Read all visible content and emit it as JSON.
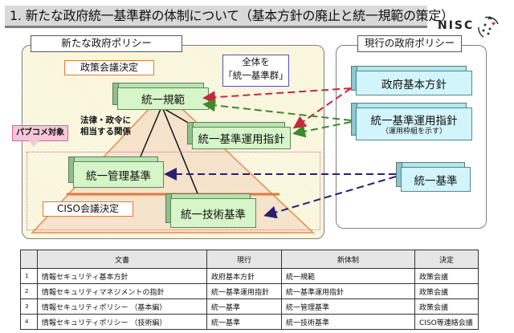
{
  "title": "1. 新たな政府統一基準群の体制について（基本方針の廃止と統一規範の策定）",
  "logo": {
    "text": "NISC",
    "icon": "nisc-logo-icon"
  },
  "new_policy": {
    "label": "新たな政府ポリシー",
    "policy_council_label": "政策会議決定",
    "ciso_council_label": "CISO会議決定",
    "whole_note_line1": "全体を",
    "whole_note_line2": "「統一基準群」",
    "law_note_line1": "法律・政令に",
    "law_note_line2": "相当する関係",
    "pubcom_label": "パブコメ対象",
    "boxes": {
      "norm": "統一規範",
      "operation_guideline": "統一基準運用指針",
      "management_standard": "統一管理基準",
      "technical_standard": "統一技術基準"
    }
  },
  "current_policy": {
    "label": "現行の政府ポリシー",
    "boxes": {
      "basic_policy": "政府基本方針",
      "operation_guideline": "統一基準運用指針",
      "operation_guideline_sub": "（運用枠組を示す）",
      "standard": "統一基準"
    }
  },
  "arrow_colors": {
    "red": "#c8283c",
    "green": "#3c8a28",
    "navy": "#2a2070"
  },
  "table": {
    "headers": [
      "",
      "文書",
      "現行",
      "新体制",
      "決定"
    ],
    "rows": [
      {
        "num": "1",
        "doc": "情報セキュリティ基本方針",
        "current": "政府基本方針",
        "new": "統一規範",
        "decision": "政策会議"
      },
      {
        "num": "2",
        "doc": "情報セキュリティマネジメントの指針",
        "current": "統一基準運用指針",
        "new": "統一基準運用指針",
        "decision": "政策会議"
      },
      {
        "num": "3",
        "doc": "情報セキュリティポリシー （基本編）",
        "current": "統一基準",
        "new": "統一管理基準",
        "decision": "政策会議"
      },
      {
        "num": "4",
        "doc": "情報セキュリティポリシー （技術編）",
        "current": "統一基準",
        "new": "統一技術基準",
        "decision": "CISO等連絡会議"
      }
    ]
  }
}
